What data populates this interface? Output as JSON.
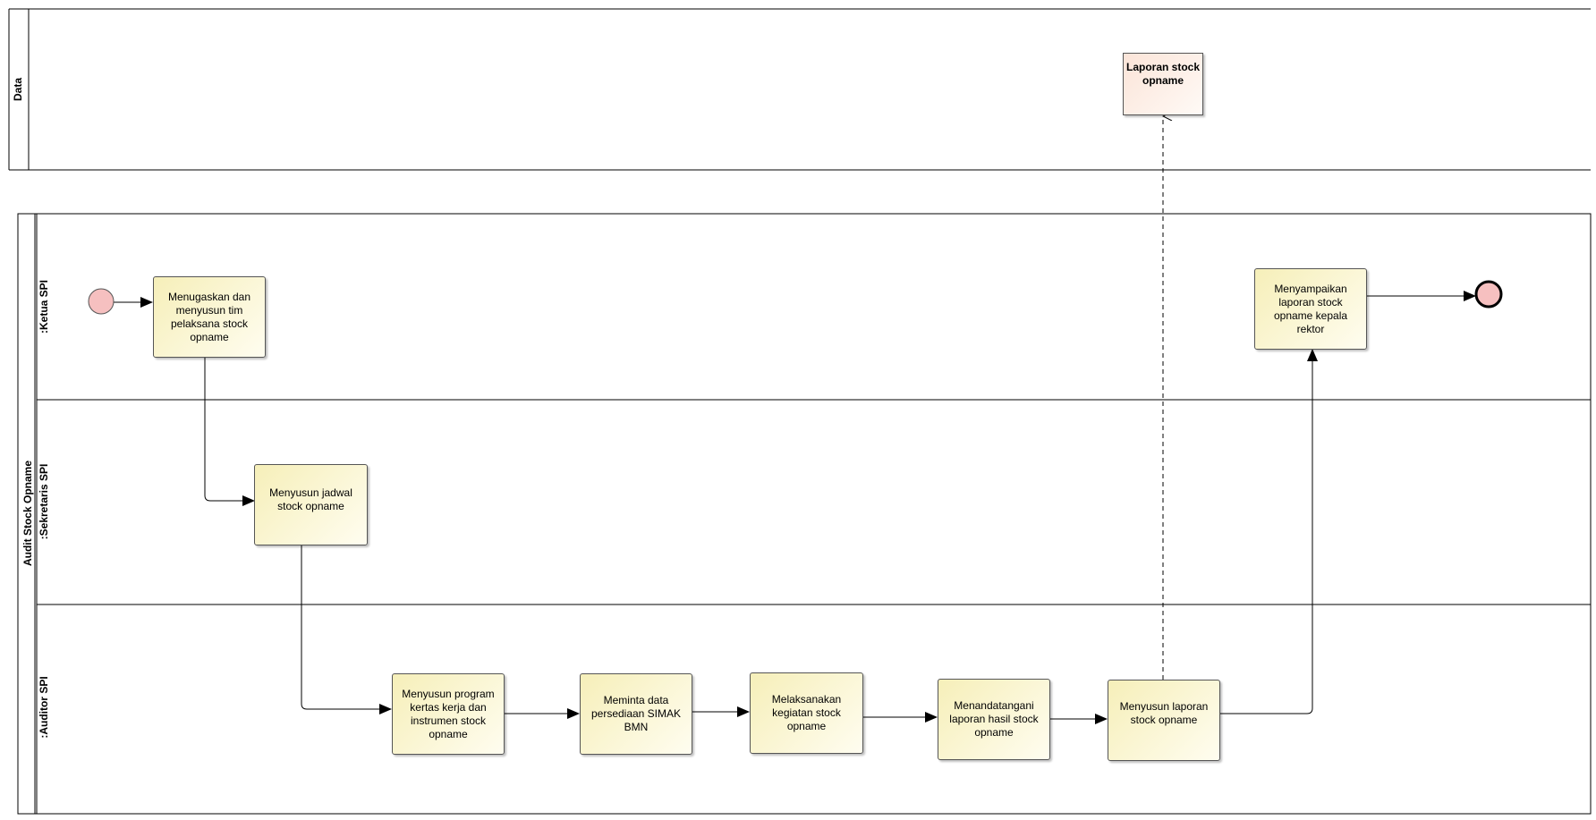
{
  "data_pool": {
    "label": "Data"
  },
  "pool": {
    "label": "Audit Stock Opname"
  },
  "lanes": {
    "ketua": ":Ketua SPI",
    "sekretaris": ":Sekretaris SPI",
    "auditor": ":Auditor SPI"
  },
  "tasks": {
    "menugaskan": "Menugaskan dan menyusun tim pelaksana stock opname",
    "jadwal": "Menyusun jadwal stock opname",
    "program": "Menyusun program kertas kerja dan instrumen stock opname",
    "meminta": "Meminta data persediaan SIMAK BMN",
    "melaksanakan": "Melaksanakan kegiatan stock opname",
    "menandatangani": "Menandatangani laporan hasil stock opname",
    "menyusun_laporan": "Menyusun laporan stock opname",
    "menyampaikan": "Menyampaikan laporan stock opname kepala rektor"
  },
  "data_object": {
    "label": "Laporan stock opname"
  },
  "colors": {
    "task_fill": "#f6efb9",
    "data_fill": "#fbe4d8",
    "event_fill": "#f6c0c0",
    "line": "#000000"
  },
  "icons": {
    "start": "start-event-circle",
    "end": "end-event-circle"
  }
}
